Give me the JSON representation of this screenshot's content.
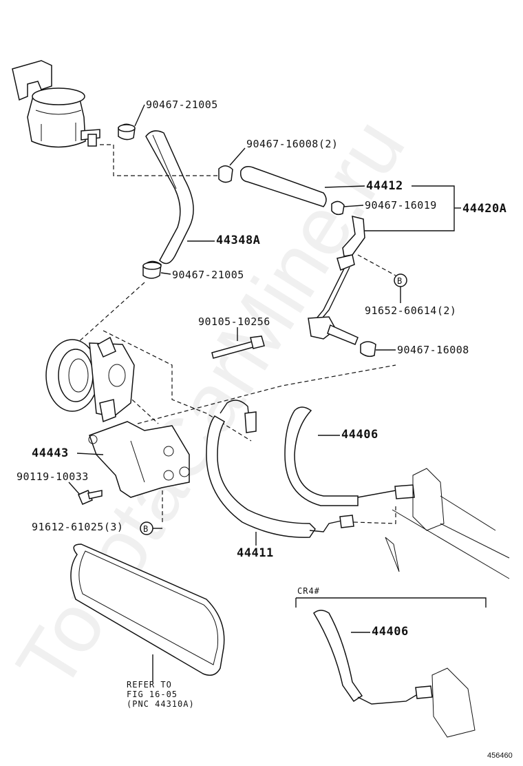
{
  "watermark": "ToyotaCarMine.ru",
  "figure_number": "456460",
  "labels": {
    "l_90467_21005_top": "90467-21005",
    "l_90467_16008_2": "90467-16008(2)",
    "l_44412": "44412",
    "l_90467_16019": "90467-16019",
    "l_44420A": "44420A",
    "l_44348A": "44348A",
    "l_90467_21005_mid": "90467-21005",
    "l_91652_60614": "91652-60614(2)",
    "l_90105_10256": "90105-10256",
    "l_90467_16008": "90467-16008",
    "l_44406_main": "44406",
    "l_44443": "44443",
    "l_90119_10033": "90119-10033",
    "l_91612_61025": "91612-61025(3)",
    "l_44411": "44411",
    "l_cr4": "CR4#",
    "l_44406_cr4": "44406",
    "ref_line1": "REFER TO",
    "ref_line2": "FIG 16-05",
    "ref_line3": "(PNC 44310A)",
    "marker_b": "B"
  }
}
